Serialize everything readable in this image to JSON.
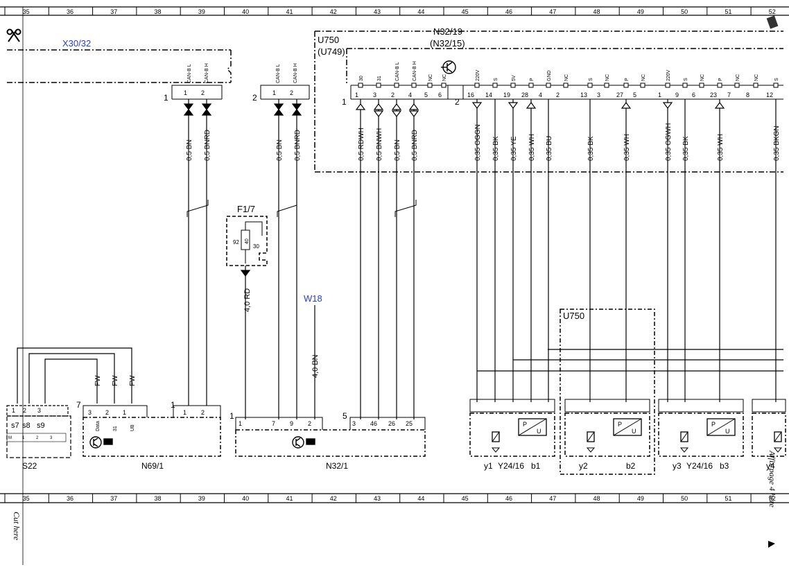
{
  "grid_numbers": [
    "35",
    "36",
    "37",
    "38",
    "39",
    "40",
    "41",
    "42",
    "43",
    "44",
    "45",
    "46",
    "47",
    "48",
    "49",
    "50",
    "51",
    "52"
  ],
  "margin": {
    "cut_here": "Cut here",
    "affix_page": "Affix page 4 here"
  },
  "connectors": {
    "x30": "X30/32",
    "f17": "F1/7",
    "w18": "W18",
    "u750_bottom": "U750"
  },
  "module_box": {
    "line1": "N32/19",
    "line2": "(N32/15)",
    "u750": "U750",
    "u749": "(U749)"
  },
  "left_module_pins": {
    "can_l": "CAN-B L",
    "can_h": "CAN-B H",
    "pin1": "1",
    "pin2": "2",
    "conn": "1"
  },
  "mid_pins": {
    "conn": "2",
    "can_l": "CAN-B L",
    "can_h": "CAN-B H",
    "pin1": "1",
    "pin2": "2"
  },
  "module_pins_left": {
    "conn": "1",
    "labels": [
      "30",
      "31",
      "CAN-B L",
      "CAN-B H",
      "NC",
      "NC"
    ],
    "nums": [
      "1",
      "3",
      "2",
      "4",
      "5",
      "6"
    ]
  },
  "module_pins_right": {
    "conn": "2",
    "labels": [
      "220V",
      "S",
      "5V",
      "P",
      "GND",
      "NC",
      "S",
      "NC",
      "P",
      "NC",
      "220V",
      "S",
      "NC",
      "P",
      "NC",
      "NC",
      "S"
    ],
    "nums": [
      "16",
      "14",
      "19",
      "28",
      "4",
      "2",
      "13",
      "3",
      "27",
      "5",
      "1",
      "9",
      "6",
      "23",
      "7",
      "8",
      "12"
    ]
  },
  "wires": [
    "0,5 BN",
    "0,5 BNRD",
    "0,5 BN",
    "0,5 BNRD",
    "0,5 RDWH",
    "0,5 BNWH",
    "0,5 BN",
    "0,5 BNRD",
    "0,35 OGGN",
    "0,35 BK",
    "0,35 YE",
    "0,35 WH",
    "0,35 BU",
    "0,35 BK",
    "0,35 WH",
    "0,35 OGWH",
    "0,35 BK",
    "0,35 WH",
    "0,35 BKGN"
  ],
  "fuse": {
    "pin92": "92",
    "val40": "40",
    "pin30": "30"
  },
  "wire_rd": "4,0 RD",
  "wire_w18": "4,0 BN",
  "fw_labels": [
    "FW",
    "FW",
    "FW"
  ],
  "s22": {
    "label": "S22",
    "pins": [
      "1",
      "2",
      "3"
    ],
    "switches": [
      "s7",
      "s8",
      "s9"
    ],
    "keys": [
      "M",
      "1",
      "2",
      "3"
    ]
  },
  "n69": {
    "label": "N69/1",
    "conn": "7",
    "pins": [
      "3",
      "2",
      "1"
    ],
    "inner": [
      "Data",
      "31",
      "UB"
    ]
  },
  "n69_b": {
    "conn": "1",
    "pins": [
      "1",
      "2"
    ]
  },
  "n32_1": {
    "label": "N32/1",
    "conn": "1",
    "pins": [
      "1",
      "7",
      "9",
      "2"
    ],
    "conn5": "5",
    "pins5": [
      "3",
      "46",
      "26",
      "25"
    ]
  },
  "valves": [
    {
      "y": "y1",
      "mid": "Y24/16",
      "b": "b1"
    },
    {
      "y": "y2",
      "mid": "",
      "b": "b2"
    },
    {
      "y": "y3",
      "mid": "Y24/16",
      "b": "b3"
    },
    {
      "y": "y4",
      "mid": "",
      "b": ""
    }
  ],
  "pu_labels": [
    "P",
    "U"
  ]
}
